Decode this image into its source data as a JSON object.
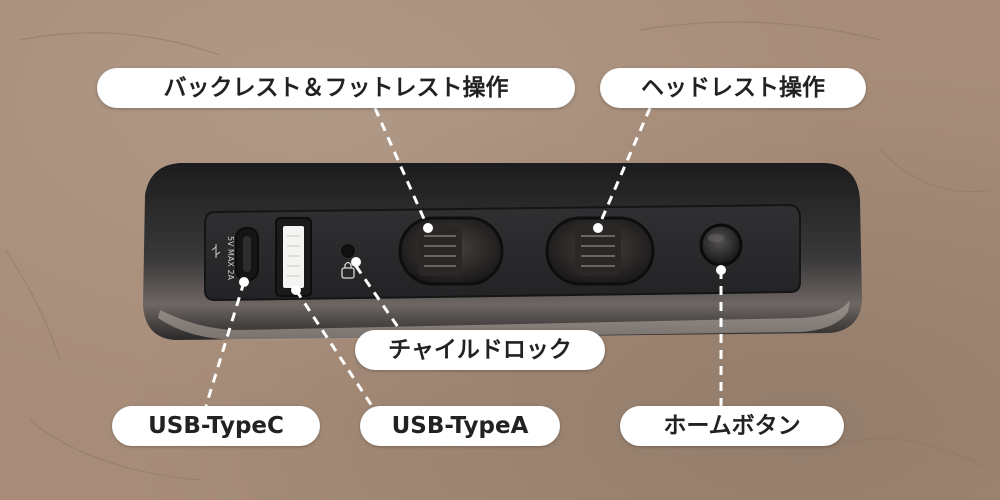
{
  "labels": {
    "backrest_footrest": "バックレスト＆フットレスト操作",
    "headrest": "ヘッドレスト操作",
    "child_lock": "チャイルドロック",
    "usb_typec": "USB-TypeC",
    "usb_typea": "USB-TypeA",
    "home_button": "ホームボタン"
  },
  "port_marking": "5V MAX 2A",
  "colors": {
    "leather": "#a78d79",
    "panel": "#2a2a2c",
    "label_bg": "#ffffff",
    "label_text": "#222222"
  }
}
